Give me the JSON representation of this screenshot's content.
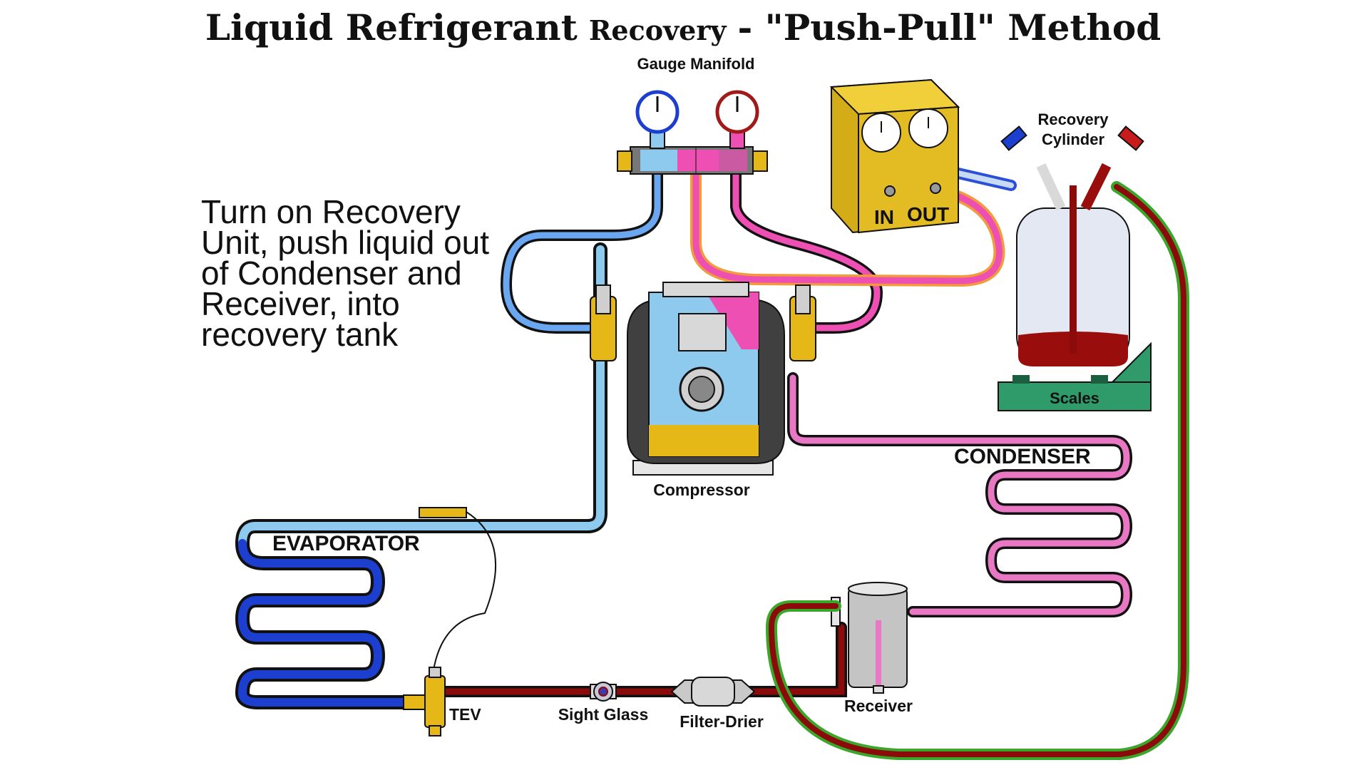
{
  "title": {
    "part1": "Liquid Refrigerant",
    "part2": "Recovery",
    "part3": "- \"Push-Pull\" Method"
  },
  "instruction": [
    "Turn on Recovery",
    "Unit, push liquid out",
    "of Condenser and",
    "Receiver, into",
    "recovery tank"
  ],
  "labels": {
    "gauge_manifold": "Gauge Manifold",
    "recovery_cylinder_1": "Recovery",
    "recovery_cylinder_2": "Cylinder",
    "scales": "Scales",
    "in": "IN",
    "out": "OUT",
    "condenser": "CONDENSER",
    "evaporator": "EVAPORATOR",
    "compressor": "Compressor",
    "tev": "TEV",
    "sight_glass": "Sight Glass",
    "filter_drier": "Filter-Drier",
    "receiver": "Receiver"
  },
  "colors": {
    "low_side_blue": "#8ec9ee",
    "dark_blue": "#1c3fd0",
    "high_side_pink": "#ee4fb3",
    "liquid_red": "#8b0a0a",
    "recovery_green": "#3aa62c",
    "brass": "#e6b817",
    "scales_green": "#2f9a6a"
  }
}
